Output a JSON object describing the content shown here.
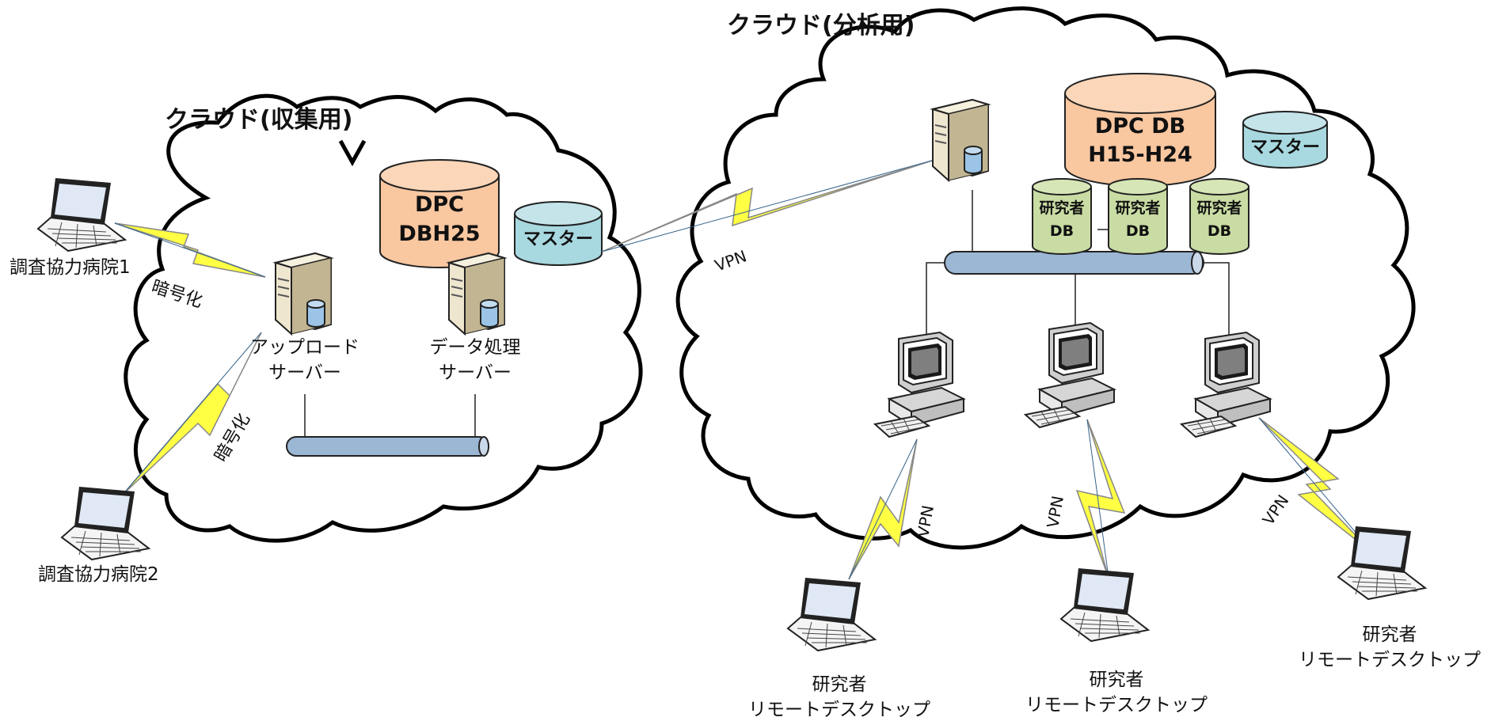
{
  "clouds": {
    "collection": {
      "title": "クラウド(収集用)"
    },
    "analysis": {
      "title": "クラウド(分析用)"
    }
  },
  "hospitals": [
    {
      "label": "調査協力病院1"
    },
    {
      "label": "調査協力病院2"
    }
  ],
  "encryption_label": "暗号化",
  "vpn_label": "VPN",
  "servers": {
    "upload": {
      "line1": "アップロード",
      "line2": "サーバー"
    },
    "processing": {
      "line1": "データ処理",
      "line2": "サーバー"
    }
  },
  "databases": {
    "dpc_h25": {
      "line1": "DPC",
      "line2": "DBH25"
    },
    "master_left": {
      "label": "マスター"
    },
    "dpc_main": {
      "line1": "DPC DB",
      "line2": "H15-H24"
    },
    "master_right": {
      "label": "マスター"
    },
    "researcher_dbs": [
      {
        "line1": "研究者",
        "line2": "DB"
      },
      {
        "line1": "研究者",
        "line2": "DB"
      },
      {
        "line1": "研究者",
        "line2": "DB"
      }
    ]
  },
  "remote_clients": [
    {
      "line1": "研究者",
      "line2": "リモートデスクトップ"
    },
    {
      "line1": "研究者",
      "line2": "リモートデスクトップ"
    },
    {
      "line1": "研究者",
      "line2": "リモートデスクトップ"
    }
  ],
  "colors": {
    "dpc_db": "#f9c7a0",
    "master_db": "#a8d8e0",
    "researcher_db": "#c9dca3",
    "bus": "#9bb7d4",
    "lightning": "#ffff44",
    "server_body": "#efe6d0"
  }
}
